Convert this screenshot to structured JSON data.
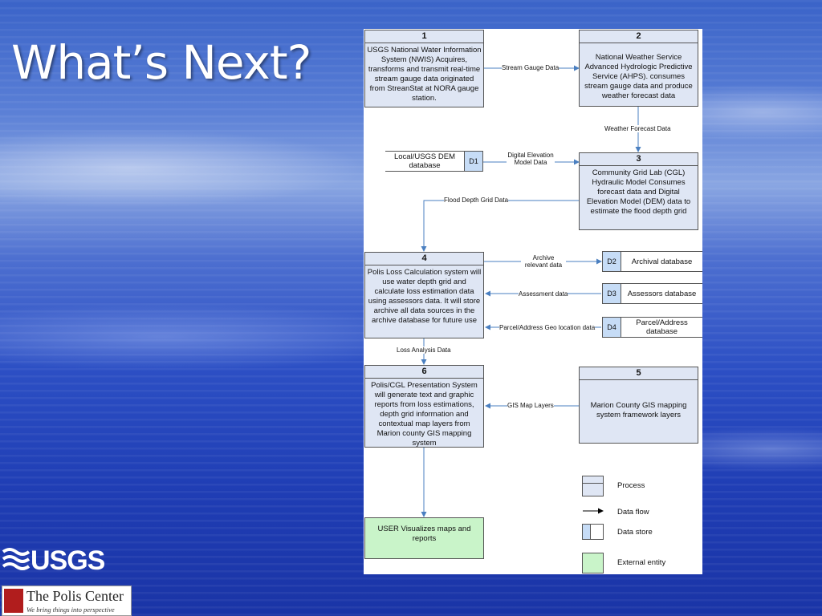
{
  "slide": {
    "title": "What’s Next?"
  },
  "processes": {
    "p1": {
      "num": "1",
      "text": "USGS National Water Information System (NWIS) Acquires, transforms and transmit real-time stream gauge data originated from StreanStat at NORA gauge station."
    },
    "p2": {
      "num": "2",
      "text": "National Weather Service Advanced Hydrologic Predictive Service (AHPS). consumes stream gauge data and produce weather forecast data"
    },
    "p3": {
      "num": "3",
      "text": "Community Grid Lab (CGL) Hydraulic Model Consumes forecast data and Digital Elevation Model (DEM) data to estimate the flood  depth grid"
    },
    "p4": {
      "num": "4",
      "text": "Polis Loss Calculation system will use water depth grid and calculate loss estimation data using assessors data. It will store archive all data sources in the archive database for future use"
    },
    "p5": {
      "num": "5",
      "text": "Marion County GIS mapping system framework layers"
    },
    "p6": {
      "num": "6",
      "text": "Polis/CGL Presentation System will generate text and graphic reports from loss estimations, depth grid information and contextual map layers from Marion county GIS mapping system"
    }
  },
  "external": {
    "user": "USER  Visualizes maps and reports"
  },
  "stores": {
    "d1": {
      "id": "D1",
      "label": "Local/USGS DEM database"
    },
    "d2": {
      "id": "D2",
      "label": "Archival  database"
    },
    "d3": {
      "id": "D3",
      "label": "Assessors database"
    },
    "d4": {
      "id": "D4",
      "label": "Parcel/Address database"
    }
  },
  "flows": {
    "stream_gauge": "Stream Gauge Data",
    "weather_forecast": "Weather Forecast Data",
    "dem_data": "Digital Elevation Model Data",
    "flood_depth": "Flood Depth Grid Data",
    "archive": "Archive relevant data",
    "assessment": "Assessment data",
    "parcel_geo": "Parcel/Address Geo location data",
    "loss_analysis": "Loss Analysis Data",
    "gis_layers": "GIS Map Layers"
  },
  "legend": {
    "process": "Process",
    "data_flow": "Data flow",
    "data_store": "Data store",
    "external_entity": "External entity"
  },
  "logos": {
    "usgs": "USGS",
    "polis_name": "The Polis Center",
    "polis_tagline": "We bring things into perspective"
  },
  "colors": {
    "process_fill": "#dfe6f4",
    "store_id_fill": "#c6dcf6",
    "external_fill": "#c9f4c9",
    "flow_line": "#4a7fc0"
  }
}
